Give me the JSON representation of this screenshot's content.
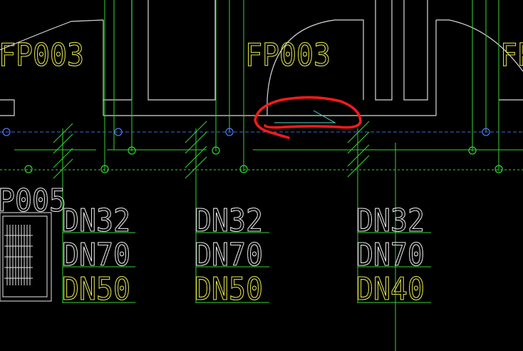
{
  "drawing": {
    "background": "#000000",
    "colors": {
      "wall": "#d8d8d8",
      "pipe": "#33d633",
      "dashed_line": "#3a6ad6",
      "node_blue": "#4a7aff",
      "node_green": "#33d633",
      "cyan_line": "#59d8cc",
      "label_yellow": "#e6e64d",
      "label_white": "#e8e8e8",
      "markup_red": "#ff1a1a"
    },
    "door_labels": [
      "FP003",
      "FP003",
      "FP"
    ],
    "equipment_label": "P005",
    "pipe_label_groups": [
      {
        "labels": [
          "DN32",
          "DN70",
          "DN50"
        ]
      },
      {
        "labels": [
          "DN32",
          "DN70",
          "DN50"
        ]
      },
      {
        "labels": [
          "DN32",
          "DN70",
          "DN40"
        ]
      }
    ],
    "markup": {
      "type": "freehand-ellipse"
    }
  }
}
